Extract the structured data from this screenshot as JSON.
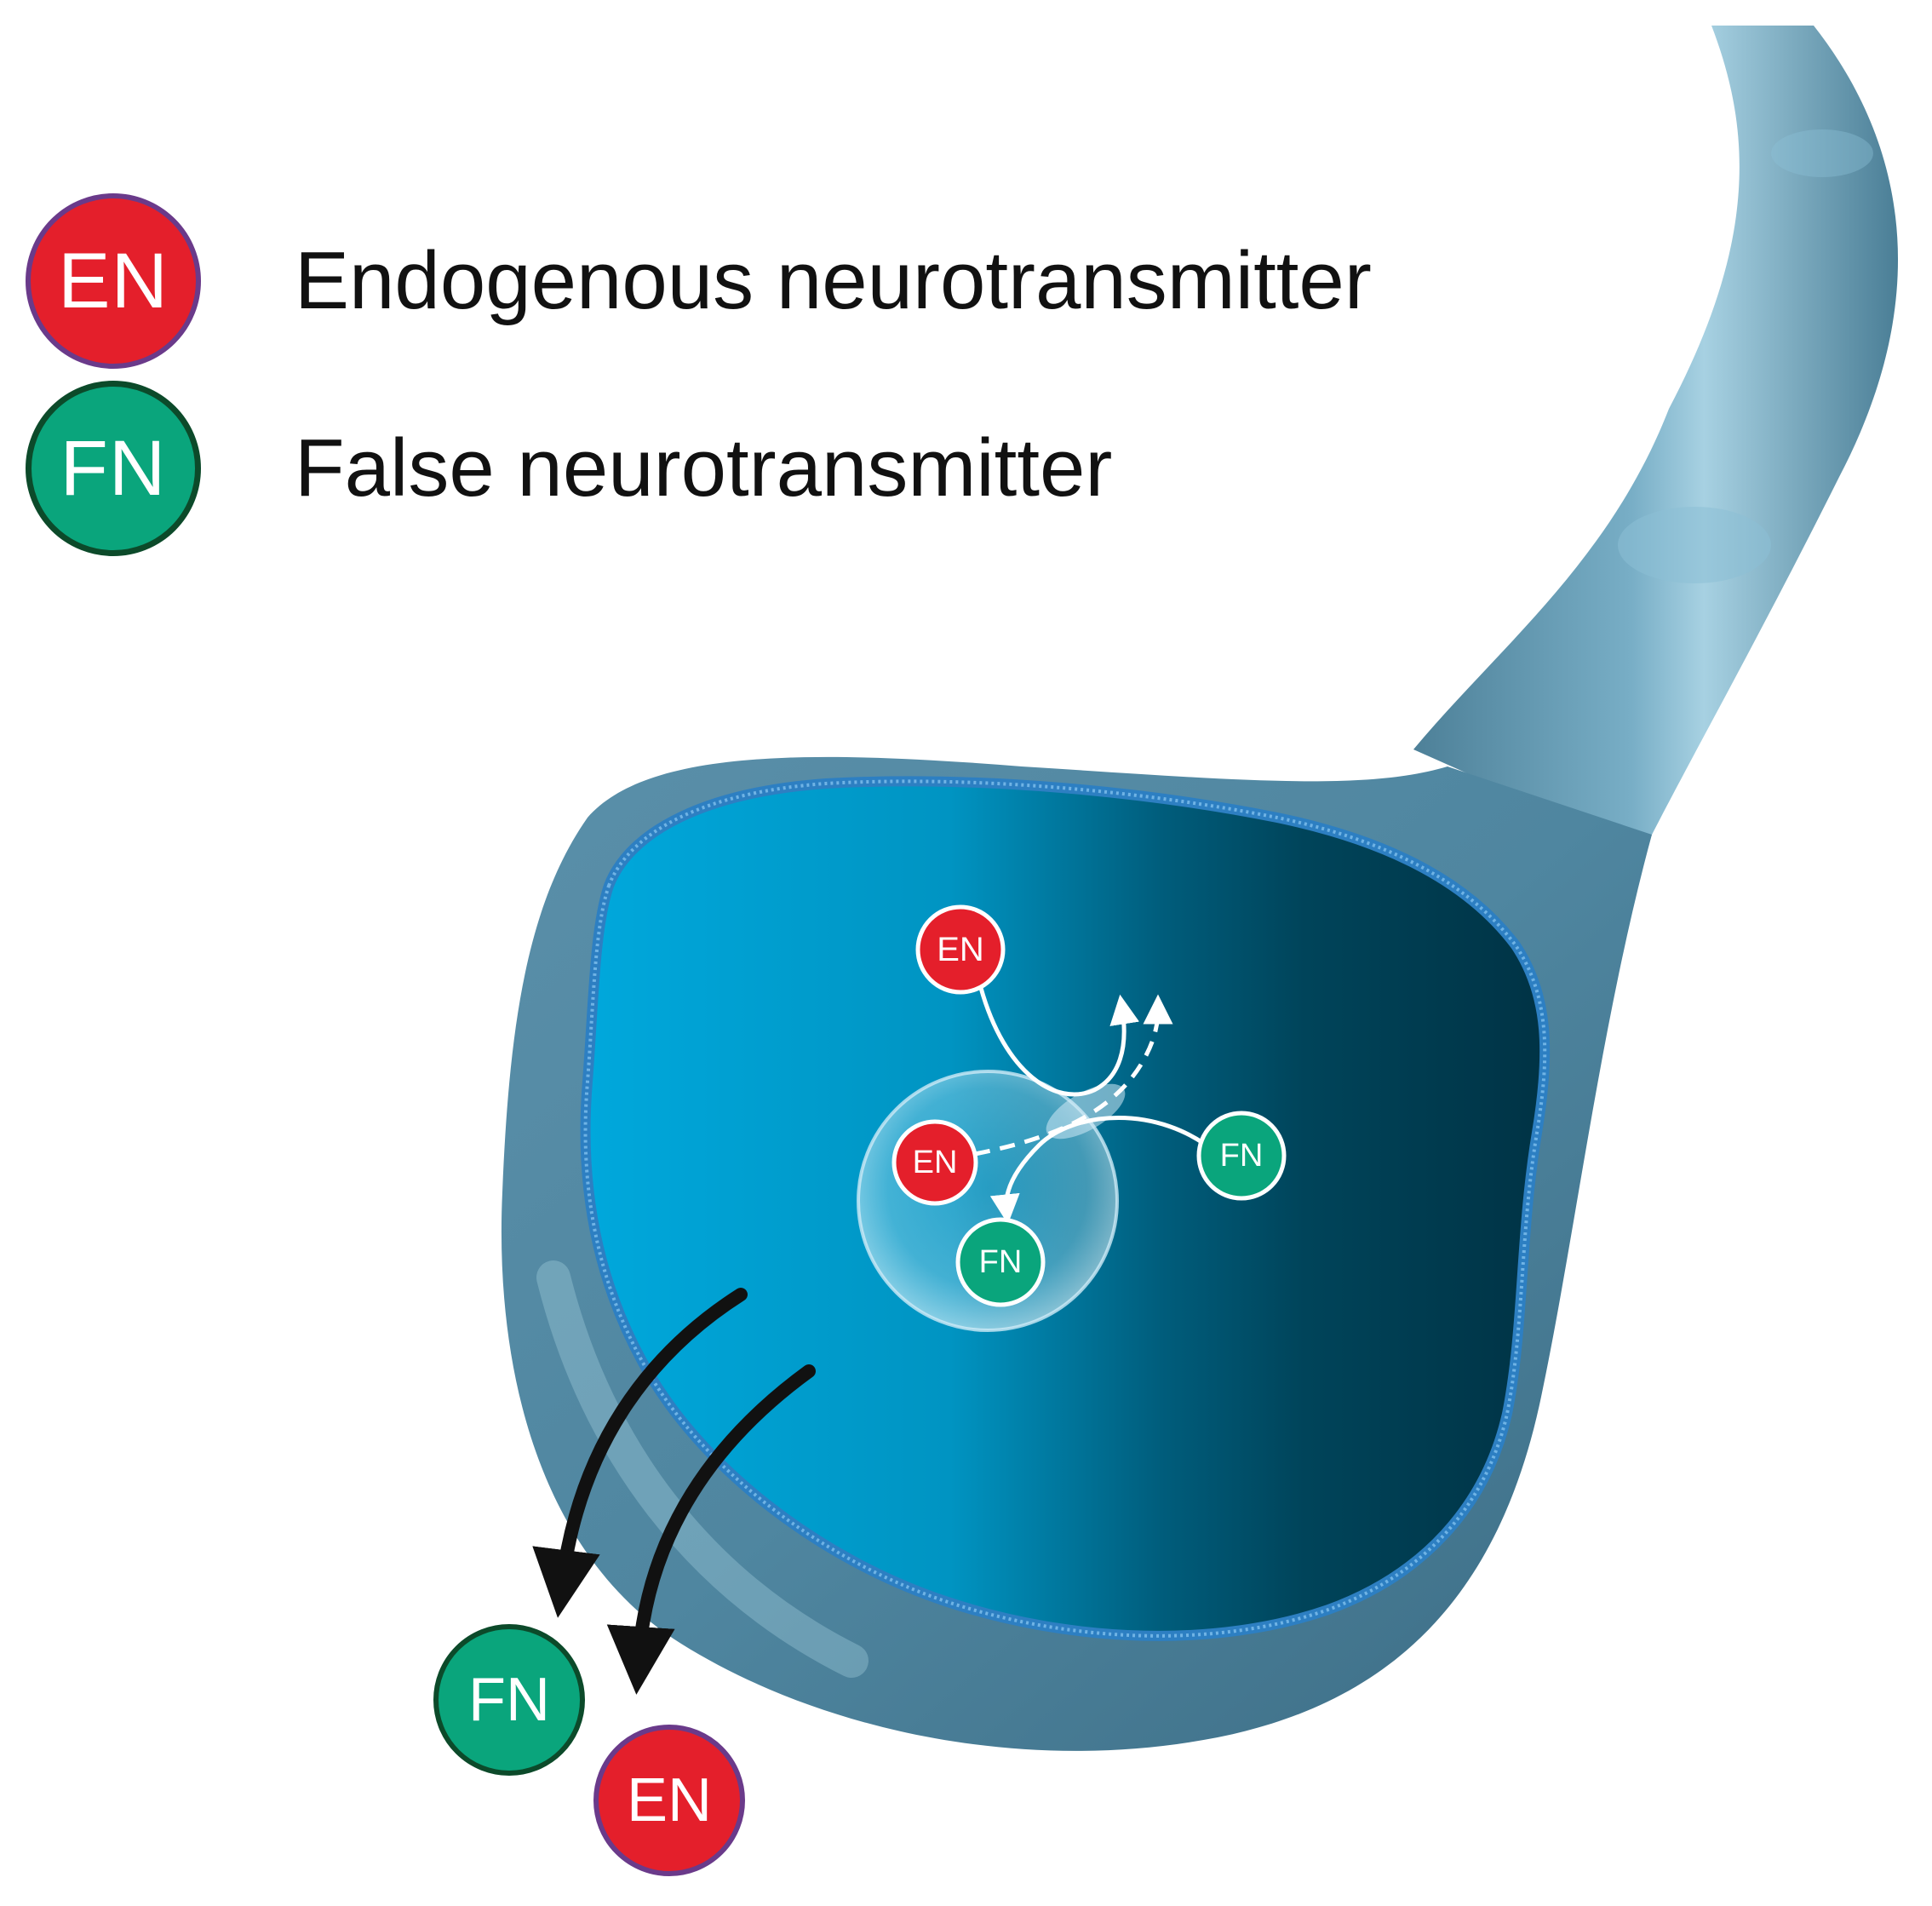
{
  "legend": {
    "endogenous": {
      "symbol": "EN",
      "label": "Endogenous neurotransmitter"
    },
    "false_nt": {
      "symbol": "FN",
      "label": "False neurotransmitter"
    }
  },
  "molecules": {
    "en_cytoplasm": "EN",
    "en_vesicle": "EN",
    "fn_cytoplasm": "FN",
    "fn_vesicle": "FN",
    "fn_released": "FN",
    "en_released": "EN"
  },
  "colors": {
    "en_fill": "#e41f2b",
    "en_border": "#6a3a8a",
    "fn_fill": "#0aa57c",
    "fn_border": "#0c4a2a",
    "axon": "#5e93ad",
    "terminal_inner_light": "#00a7db",
    "terminal_inner_dark": "#003647"
  }
}
